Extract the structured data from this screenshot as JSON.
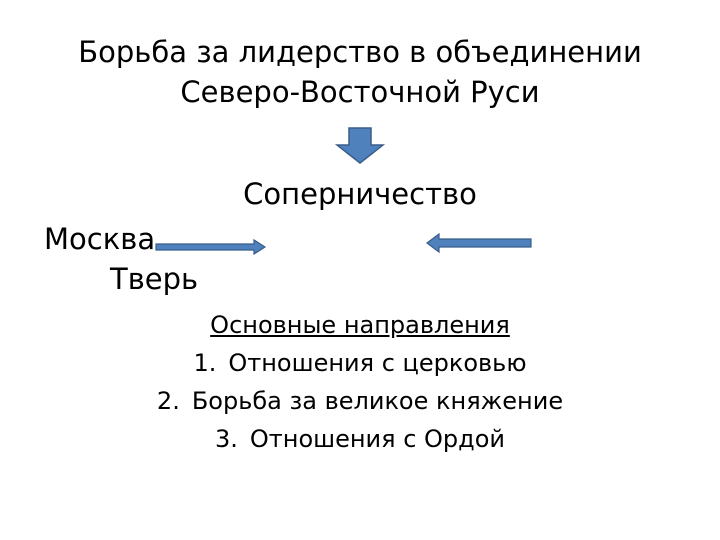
{
  "slide": {
    "title_lines": [
      "Борьба за лидерство в объединении",
      "Северо-Восточной Руси"
    ],
    "rivalry": "Соперничество",
    "left_party": "Москва",
    "right_party": "Тверь",
    "directions_heading": "Основные направления",
    "directions": [
      {
        "num": "1.",
        "text": "Отношения с церковью"
      },
      {
        "num": "2.",
        "text": "Борьба за великое княжение"
      },
      {
        "num": "3.",
        "text": "Отношения с Ордой"
      }
    ]
  },
  "colors": {
    "arrow_fill": "#4f81bd",
    "arrow_stroke": "#385d8a"
  },
  "icons": {
    "down": "arrow-down-icon",
    "right": "arrow-right-icon",
    "left": "arrow-left-icon"
  }
}
